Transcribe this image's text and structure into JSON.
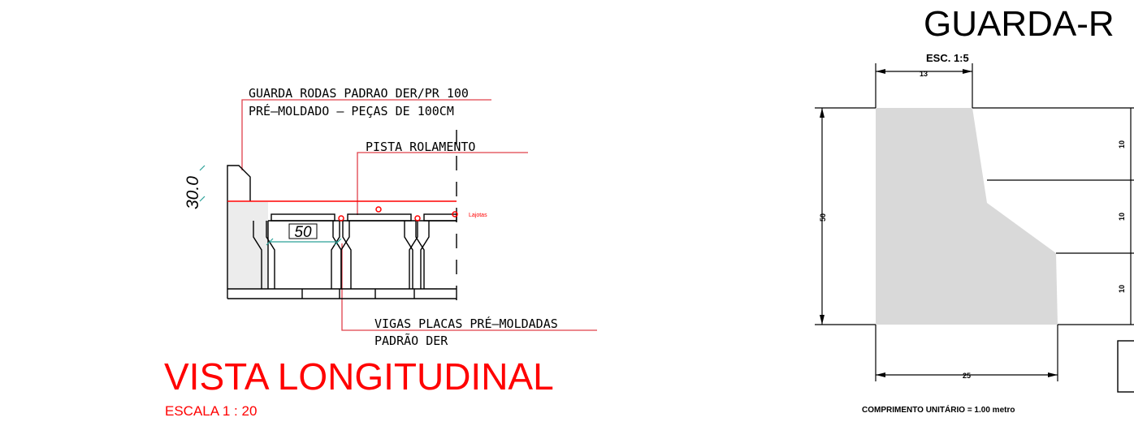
{
  "left_view": {
    "callouts": {
      "guard_line1": "GUARDA RODAS PADRAO DER/PR 100",
      "guard_line2": "PRÉ–MOLDADO  – PEÇAS DE 100CM",
      "pista": "PISTA ROLAMENTO",
      "vigas_line1": "VIGAS PLACAS PRÉ–MOLDADAS",
      "vigas_line2": "PADRÃO DER",
      "lajotas": "Lajotas"
    },
    "dimensions": {
      "height": "30.0",
      "width": "50"
    },
    "title": "VISTA LONGITUDINAL",
    "scale": "ESCALA 1 : 20"
  },
  "right_view": {
    "title": "GUARDA-R",
    "scale": "ESC. 1:5",
    "dimensions": {
      "top": "13",
      "left": "50",
      "bottom": "25",
      "right_1": "10",
      "right_2": "10",
      "right_3": "10"
    },
    "note": "COMPRIMENTO UNITÁRIO = 1.00 metro"
  },
  "colors": {
    "line": "#000000",
    "accent_red": "#ff0000",
    "leader_red": "#e0404a",
    "dim_teal": "#2aa198",
    "fill_gray": "#d9d9d9"
  }
}
